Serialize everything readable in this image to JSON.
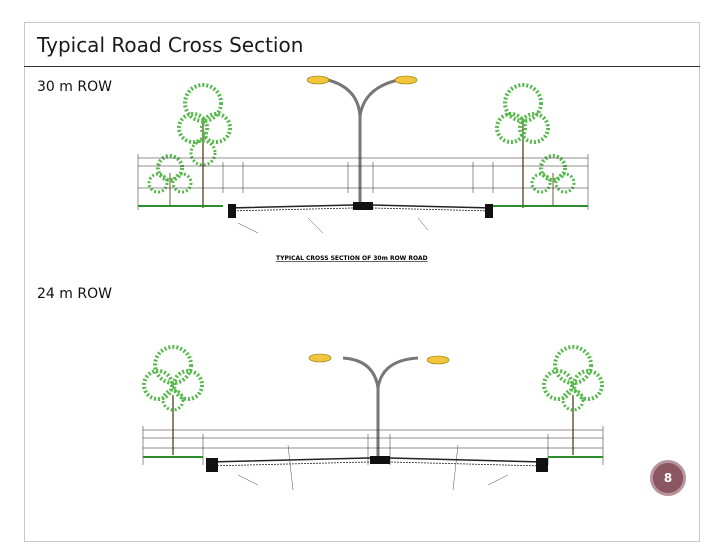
{
  "slide": {
    "title": "Typical Road Cross Section",
    "page_number": "8"
  },
  "sections": [
    {
      "label": "30 m ROW",
      "caption": "TYPICAL CROSS SECTION OF 30m ROW ROAD"
    },
    {
      "label": "24 m ROW"
    }
  ],
  "colors": {
    "tree": "#55b84a",
    "lamp": "#f2c63a",
    "badge": "#8a5661"
  }
}
